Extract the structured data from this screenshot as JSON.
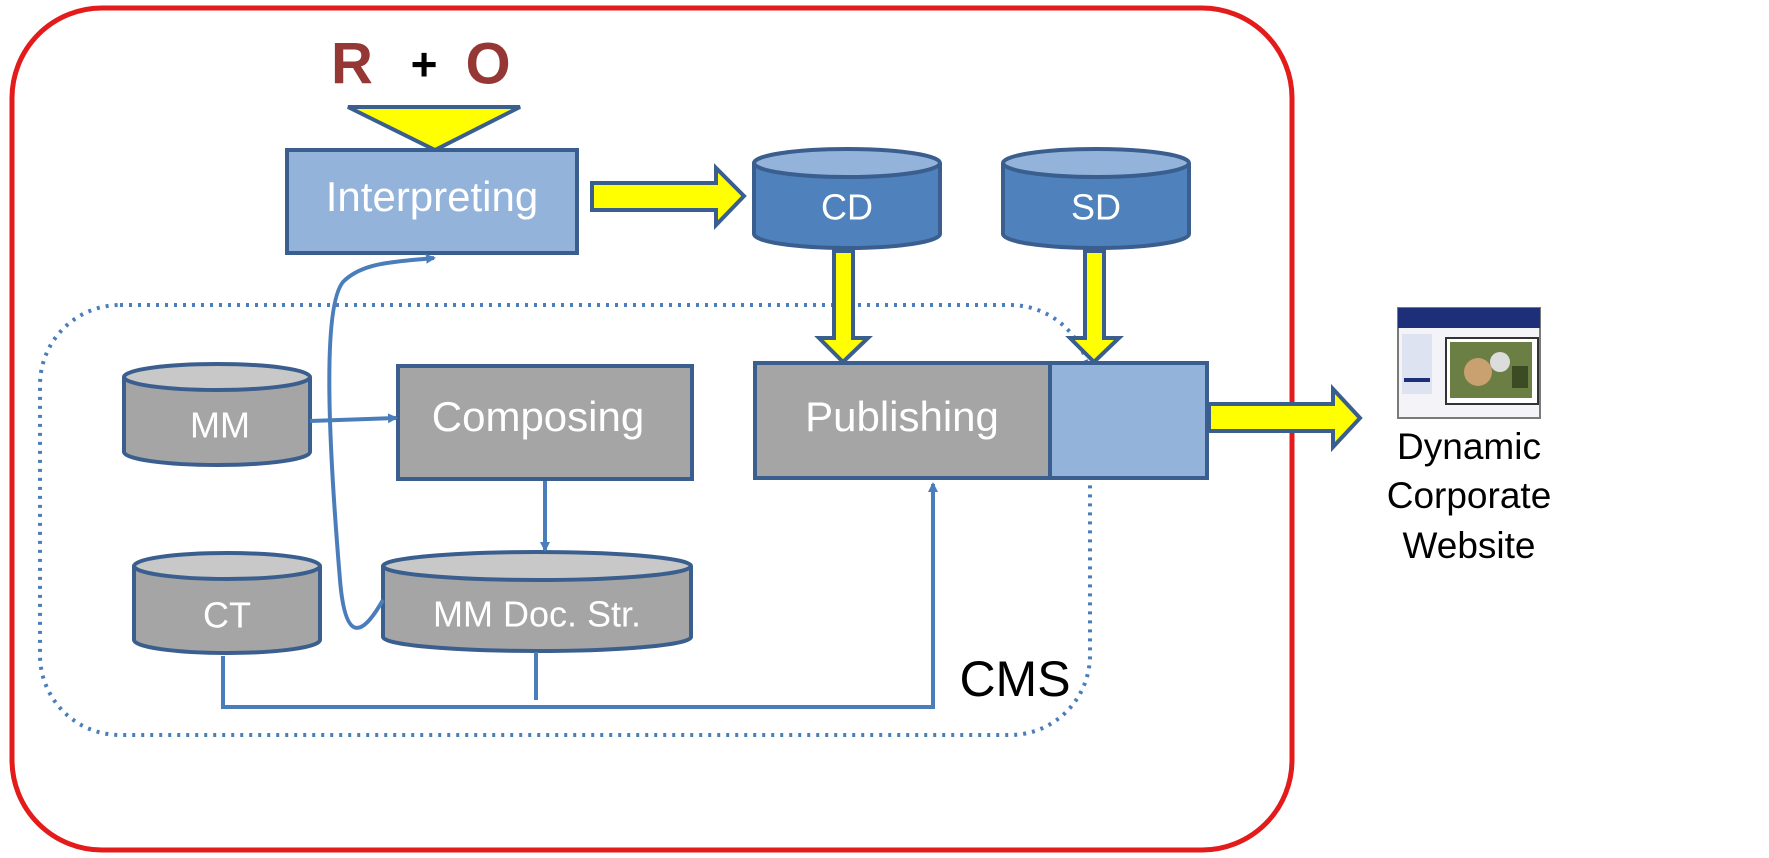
{
  "input_formula": {
    "r": "R",
    "plus": "+",
    "o": "O"
  },
  "process_boxes": {
    "interpreting": "Interpreting",
    "composing": "Composing",
    "publishing": "Publishing"
  },
  "data_stores": {
    "cd": "CD",
    "sd": "SD",
    "mm": "MM",
    "ct": "CT",
    "mm_doc_str": "MM Doc. Str."
  },
  "cms_label": "CMS",
  "output": {
    "line1": "Dynamic",
    "line2": "Corporate",
    "line3": "Website"
  },
  "colors": {
    "outer_border": "#e31b1b",
    "blue_box": "#93b3da",
    "blue_dark": "#4f81bd",
    "border_blue": "#3a5f8f",
    "gray_box": "#a5a5a5",
    "yellow": "#ffff00",
    "connector": "#4a7ebb",
    "ro_red": "#953735"
  }
}
